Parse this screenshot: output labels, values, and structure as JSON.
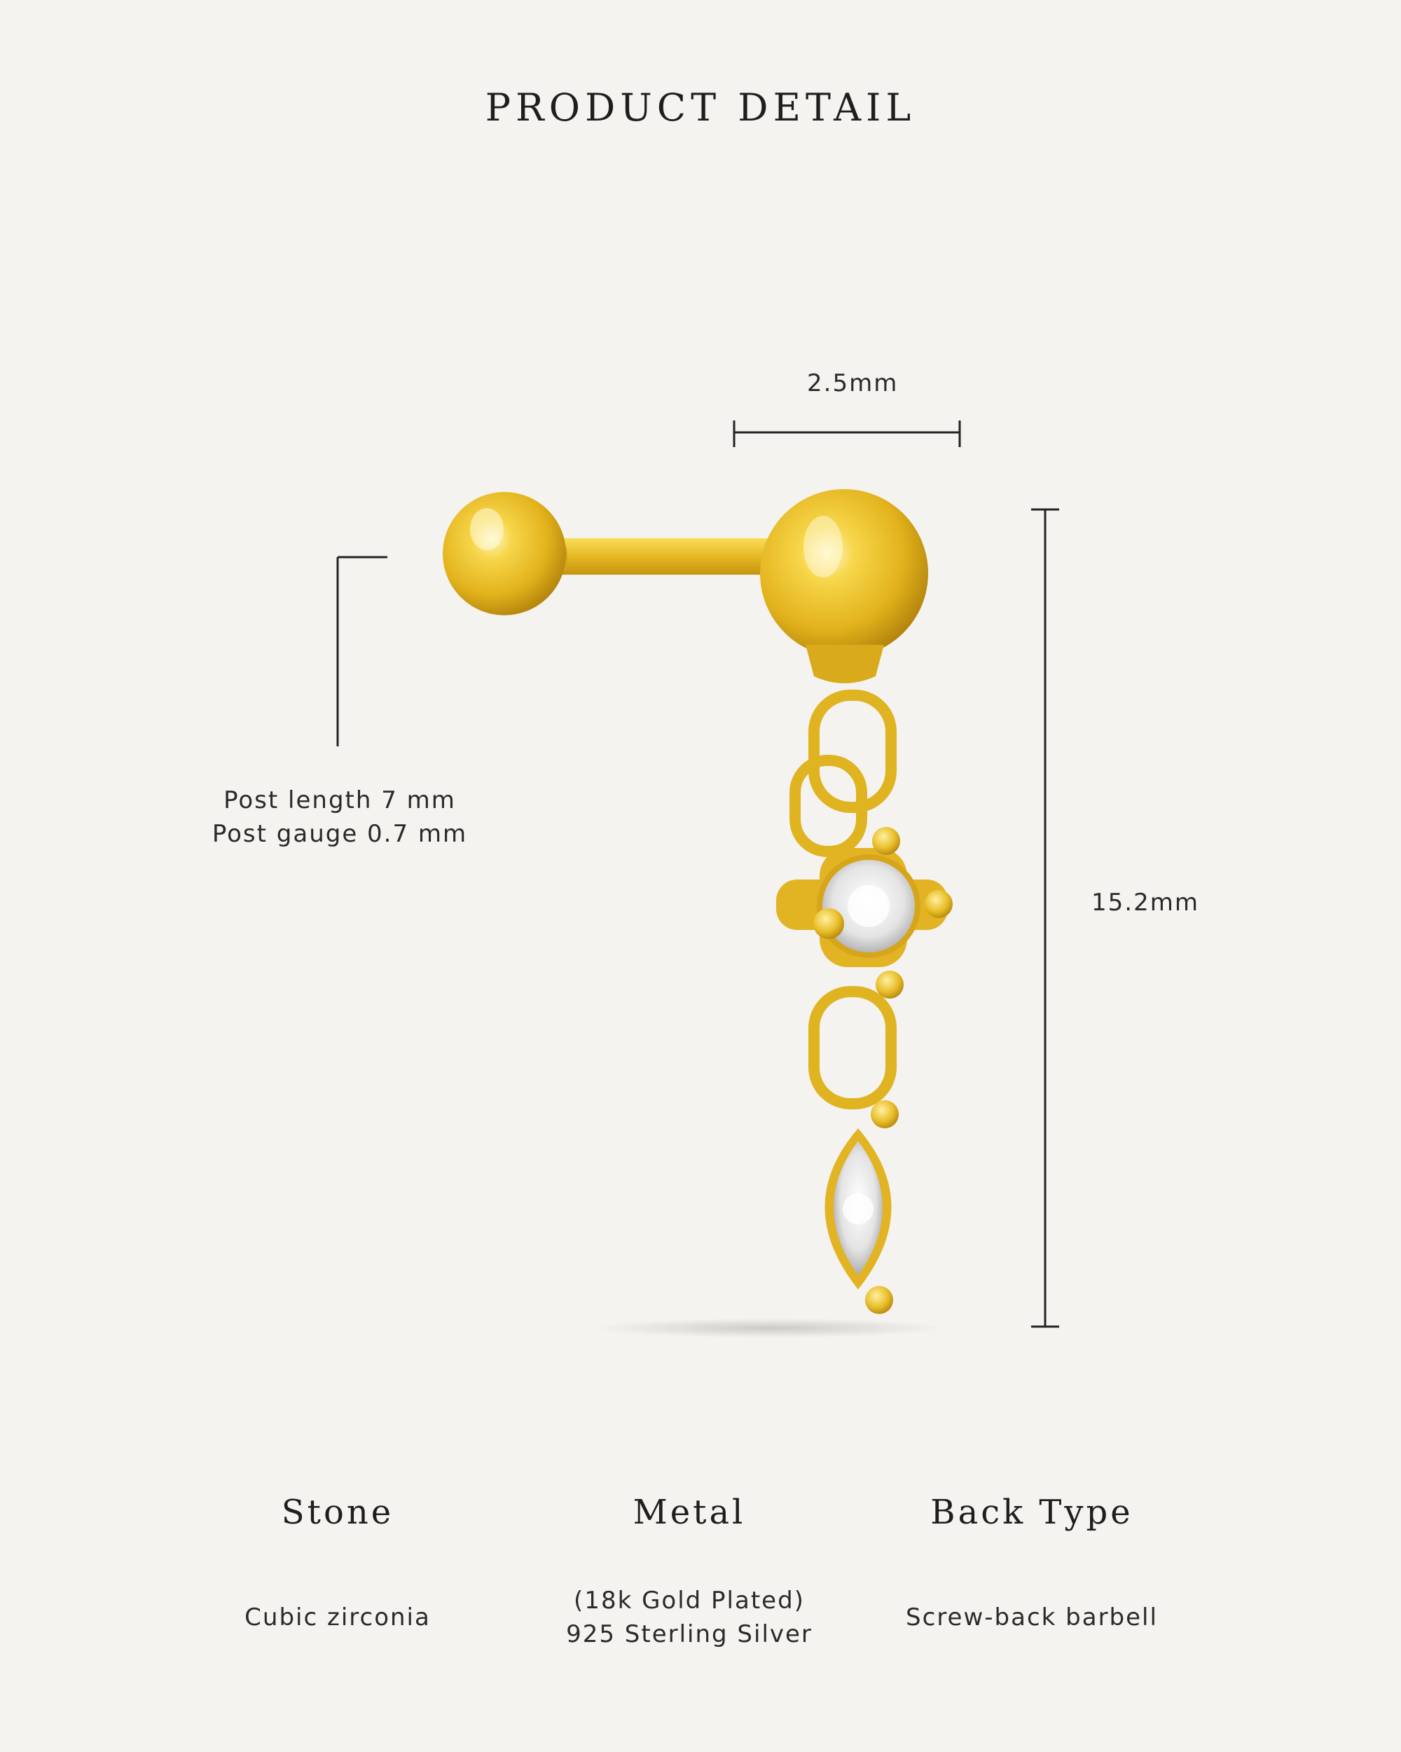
{
  "header": {
    "title": "PRODUCT DETAIL"
  },
  "dimensions": {
    "width_label": "2.5mm",
    "height_label": "15.2mm",
    "post_length": "Post length 7 mm",
    "post_gauge": "Post gauge 0.7 mm"
  },
  "specs": [
    {
      "title": "Stone",
      "values": [
        "Cubic zirconia"
      ]
    },
    {
      "title": "Metal",
      "values": [
        "(18k Gold Plated)",
        "925 Sterling Silver"
      ]
    },
    {
      "title": "Back Type",
      "values": [
        "Screw-back barbell"
      ]
    }
  ],
  "colors": {
    "background": "#f5f3f0",
    "gold": "#e8bf2a",
    "gold_dark": "#b8870f",
    "stone": "#f2f2f2"
  }
}
